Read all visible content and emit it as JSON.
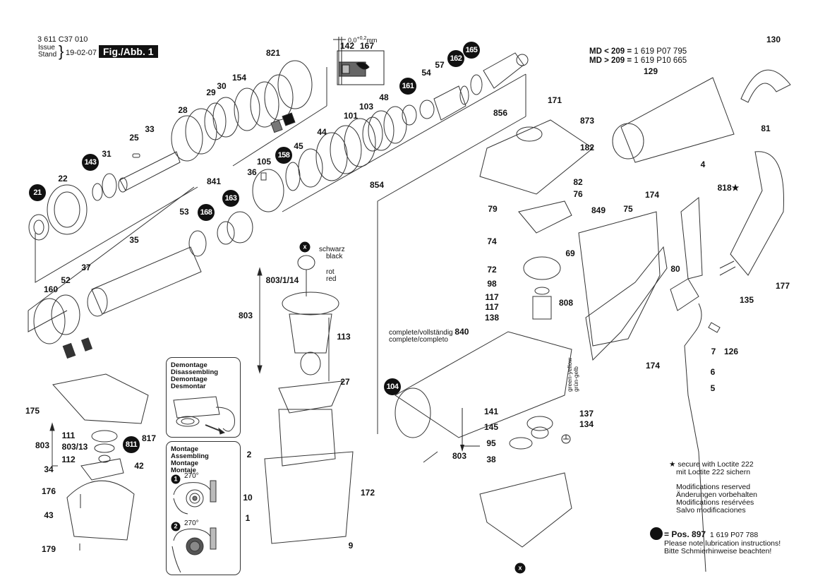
{
  "document": {
    "drawing_number": "3 611 C37 010",
    "issue_label_en": "Issue",
    "issue_label_de": "Stand",
    "issue_date": "19-02-07",
    "figure_label": "Fig./Abb. 1",
    "tolerance_note": {
      "base": "0,0",
      "sup": "+0,2",
      "unit": "mm"
    },
    "md_variants": [
      {
        "key": "MD < 209 =",
        "value": "1 619 P07 795"
      },
      {
        "key": "MD > 209 =",
        "value": "1 619 P10 665"
      }
    ]
  },
  "instruction_boxes": {
    "disassembly": {
      "lines": [
        "Demontage",
        "Disassembling",
        "Demontage",
        "Desmontar"
      ]
    },
    "assembly": {
      "lines": [
        "Montage",
        "Assembling",
        "Montage",
        "Montaje"
      ],
      "steps": [
        {
          "num": "1",
          "angle": "270°"
        },
        {
          "num": "2",
          "angle": "270°"
        }
      ]
    }
  },
  "wire_colors": {
    "black": [
      "schwarz",
      "black"
    ],
    "red": [
      "rot",
      "red"
    ],
    "earth": [
      "green-yellow",
      "grün-gelb"
    ]
  },
  "complete_note": {
    "line1": "complete/vollständig",
    "line2": "complete/completo",
    "part": "840"
  },
  "parts": {
    "p142": "142",
    "p167": "167",
    "p821": "821",
    "p154": "154",
    "p30": "30",
    "p29": "29",
    "p28": "28",
    "p33": "33",
    "p25": "25",
    "p31": "31",
    "p22": "22",
    "p44": "44",
    "p45": "45",
    "p105": "105",
    "p36": "36",
    "p841": "841",
    "p53": "53",
    "p35": "35",
    "p37": "37",
    "p52": "52",
    "p160": "160",
    "p54": "54",
    "p57": "57",
    "p48": "48",
    "p103": "103",
    "p101": "101",
    "p856": "856",
    "p854": "854",
    "p171": "171",
    "p873": "873",
    "p182": "182",
    "p82": "82",
    "p76": "76",
    "p79": "79",
    "p849": "849",
    "p74": "74",
    "p69": "69",
    "p72": "72",
    "p98": "98",
    "p117a": "117",
    "p117b": "117",
    "p138": "138",
    "p808": "808",
    "p141": "141",
    "p145": "145",
    "p95": "95",
    "p803c": "803",
    "p38": "38",
    "p137": "137",
    "p134": "134",
    "p130": "130",
    "p129": "129",
    "p81": "81",
    "p4": "4",
    "p818": "818★",
    "p174a": "174",
    "p75": "75",
    "p177": "177",
    "p80": "80",
    "p135": "135",
    "p7": "7",
    "p126": "126",
    "p174b": "174",
    "p6": "6",
    "p5": "5",
    "p803_1_14": "803/1/14",
    "p803a": "803",
    "p113": "113",
    "p27": "27",
    "p2": "2",
    "p10": "10",
    "p1": "1",
    "p172": "172",
    "p9": "9",
    "p175": "175",
    "p111": "111",
    "p803b": "803",
    "p803_13": "803/13",
    "p112": "112",
    "p817": "817",
    "p42": "42",
    "p34": "34",
    "p176": "176",
    "p43": "43",
    "p179": "179"
  },
  "lubrication_badges": {
    "b21": "21",
    "b143": "143",
    "b158": "158",
    "b168": "168",
    "b163": "163",
    "b161": "161",
    "b162": "162",
    "b165": "165",
    "b104": "104",
    "b811": "811"
  },
  "x_marker": "x",
  "notes": {
    "loctite": [
      "★ secure with Loctite 222",
      "mit Loctite 222 sichern"
    ],
    "modifications": [
      "Modifications reserved",
      "Änderungen vorbehalten",
      "Modifications resérvées",
      "Salvo modificaciones"
    ],
    "lubrication": {
      "pos_label": "= Pos. 897",
      "part_no": "1 619 P07 788",
      "lines": [
        "Please note lubrication instructions!",
        "Bitte Schmierhinweise beachten!"
      ]
    }
  }
}
